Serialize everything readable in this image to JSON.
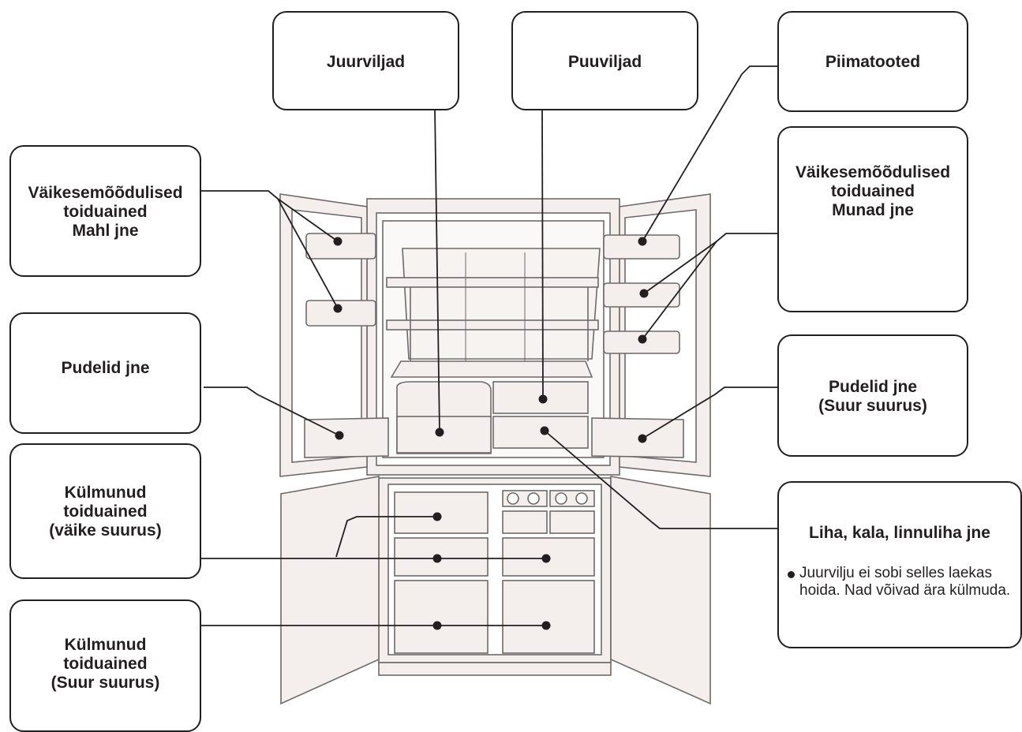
{
  "labels": {
    "juurviljad": "Juurviljad",
    "puuviljad": "Puuviljad",
    "piimatooted": "Piimatooted",
    "small_juice": "Väikesemõõdulised\ntoiduained\nMahl jne",
    "small_eggs": "Väikesemõõdulised\ntoiduained\nMunad jne",
    "bottles": "Pudelid jne",
    "bottles_large": "Pudelid jne\n(Suur suurus)",
    "frozen_small": "Külmunud\ntoiduained\n(väike suurus)",
    "frozen_large": "Külmunud\ntoiduained\n(Suur suurus)",
    "meat": "Liha, kala, linnuliha jne",
    "meat_note": "Juurvilju ei sobi selles laekas hoida. Nad võivad ära külmuda."
  },
  "colors": {
    "line": "#231f20",
    "fridge_fill": "#f4efed",
    "fridge_stroke": "#6f6a69"
  }
}
